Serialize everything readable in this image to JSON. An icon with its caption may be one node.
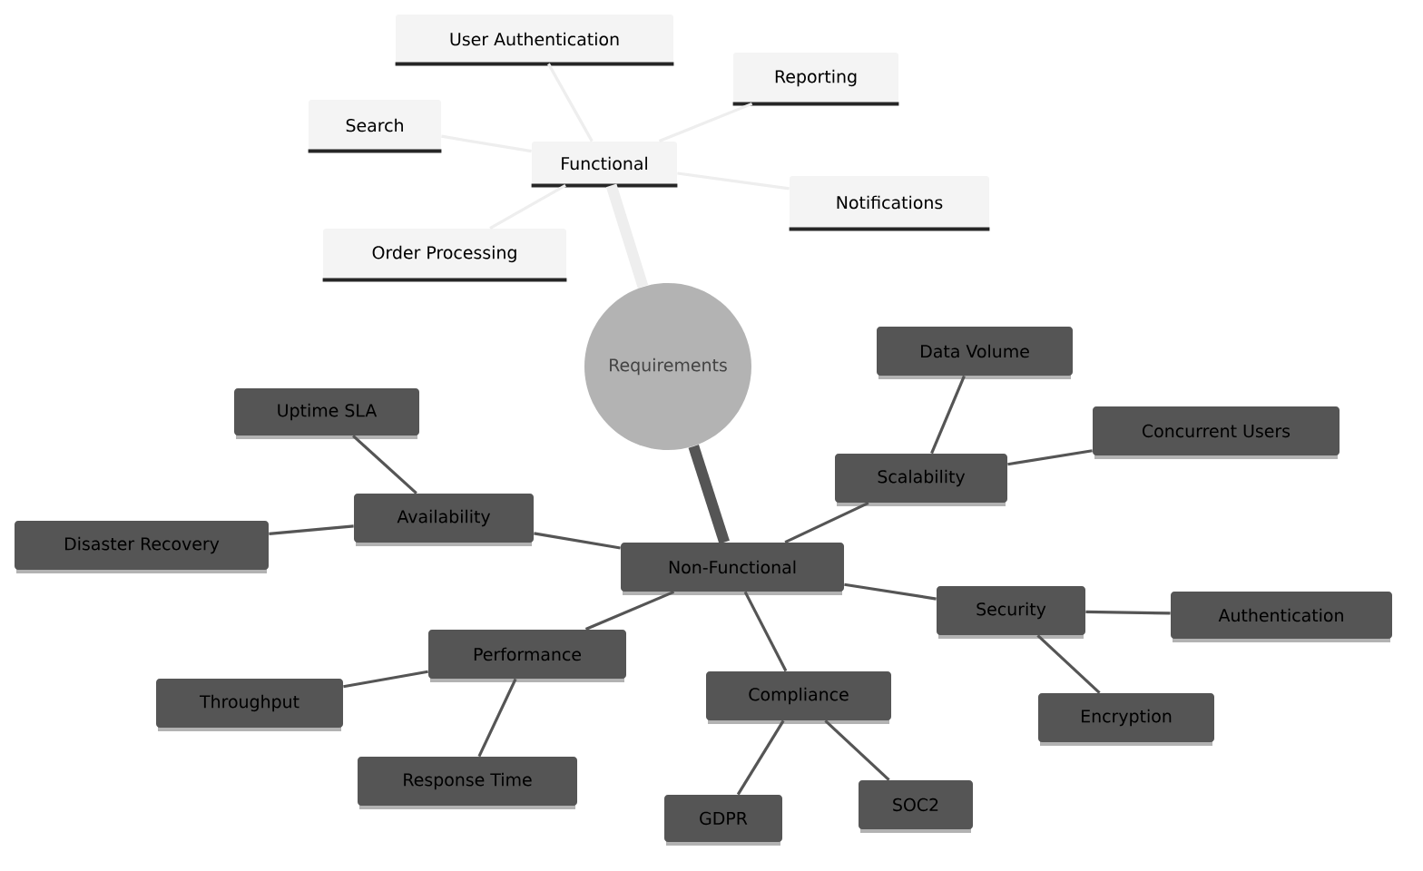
{
  "diagram": {
    "nodes": [
      {
        "text": [
          "Requirements"
        ]
      },
      {
        "text": [
          "Functional"
        ]
      },
      {
        "text": [
          "User Authentication"
        ]
      },
      {
        "text": [
          "Reporting"
        ]
      },
      {
        "text": [
          "Search"
        ]
      },
      {
        "text": [
          "Notifications"
        ]
      },
      {
        "text": [
          "Order Processing"
        ]
      },
      {
        "text": [
          "Non-Functional"
        ]
      },
      {
        "text": [
          "Scalability"
        ]
      },
      {
        "text": [
          "Data Volume"
        ]
      },
      {
        "text": [
          "Concurrent Users"
        ]
      },
      {
        "text": [
          "Availability"
        ]
      },
      {
        "text": [
          "Uptime SLA"
        ]
      },
      {
        "text": [
          "Disaster Recovery"
        ]
      },
      {
        "text": [
          "Security"
        ]
      },
      {
        "text": [
          "Authentication"
        ]
      },
      {
        "text": [
          "Encryption"
        ]
      },
      {
        "text": [
          "Performance"
        ]
      },
      {
        "text": [
          "Throughput"
        ]
      },
      {
        "text": [
          "Response Time"
        ]
      },
      {
        "text": [
          "Compliance"
        ]
      },
      {
        "text": [
          "GDPR"
        ]
      },
      {
        "text": [
          "SOC2"
        ]
      }
    ],
    "edges": [
      {
        "from": 0,
        "to": 1,
        "arrow": "none",
        "style": "thick",
        "color": "#eeeeee"
      },
      {
        "from": 1,
        "to": 2,
        "arrow": "none",
        "color": "#eeeeee"
      },
      {
        "from": 1,
        "to": 3,
        "arrow": "none",
        "color": "#eeeeee"
      },
      {
        "from": 1,
        "to": 4,
        "arrow": "none",
        "color": "#eeeeee"
      },
      {
        "from": 1,
        "to": 5,
        "arrow": "none",
        "color": "#eeeeee"
      },
      {
        "from": 1,
        "to": 6,
        "arrow": "none",
        "color": "#eeeeee"
      },
      {
        "from": 0,
        "to": 7,
        "arrow": "none",
        "style": "thick"
      },
      {
        "from": 7,
        "to": 8,
        "arrow": "none"
      },
      {
        "from": 8,
        "to": 9,
        "arrow": "none"
      },
      {
        "from": 8,
        "to": 10,
        "arrow": "none"
      },
      {
        "from": 7,
        "to": 11,
        "arrow": "none"
      },
      {
        "from": 11,
        "to": 12,
        "arrow": "none"
      },
      {
        "from": 11,
        "to": 13,
        "arrow": "none"
      },
      {
        "from": 7,
        "to": 14,
        "arrow": "none"
      },
      {
        "from": 14,
        "to": 15,
        "arrow": "none"
      },
      {
        "from": 14,
        "to": 16,
        "arrow": "none"
      },
      {
        "from": 7,
        "to": 17,
        "arrow": "none"
      },
      {
        "from": 17,
        "to": 18,
        "arrow": "none"
      },
      {
        "from": 17,
        "to": 19,
        "arrow": "none"
      },
      {
        "from": 7,
        "to": 20,
        "arrow": "none"
      },
      {
        "from": 20,
        "to": 21,
        "arrow": "none"
      },
      {
        "from": 20,
        "to": 22,
        "arrow": "none"
      }
    ]
  }
}
